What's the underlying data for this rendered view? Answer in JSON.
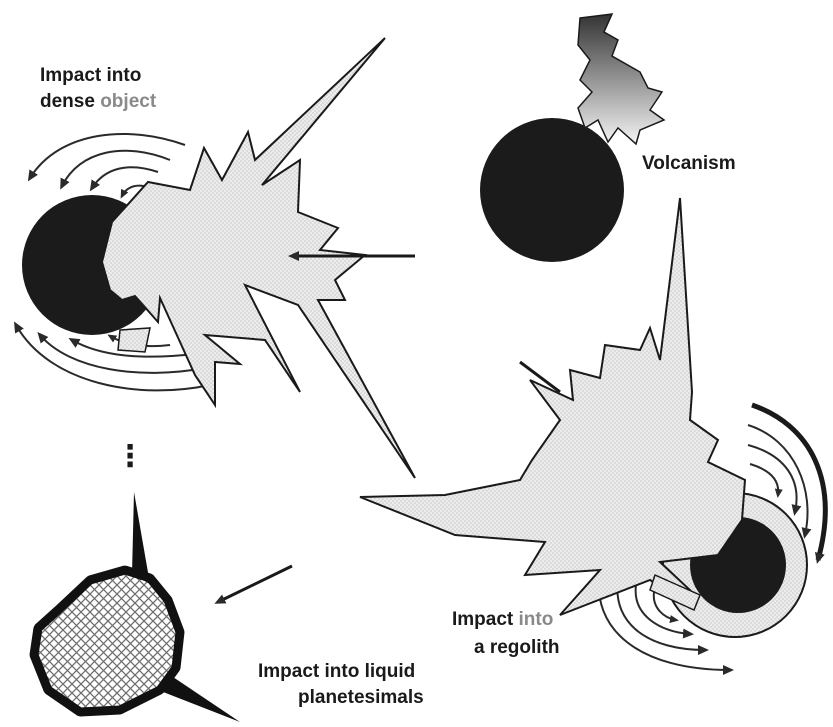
{
  "labels": {
    "dense_prefix": "Impact into",
    "dense_line2_a": "dense",
    "dense_line2_b": "object",
    "volcanism": "Volcanism",
    "regolith_a": "Impact",
    "regolith_b": "into",
    "regolith_line2": "a regolith",
    "liquid_line1": "Impact into liquid",
    "liquid_line2": "planetesimals"
  },
  "continuation_mark": "⋮",
  "colors": {
    "ink": "#1a1a1a",
    "ejecta_fill": "#e6e6e6",
    "grey_text": "#8a8a8a",
    "regolith_ring": "#bdbdbd",
    "crosshatch": "#6f6f6f"
  }
}
